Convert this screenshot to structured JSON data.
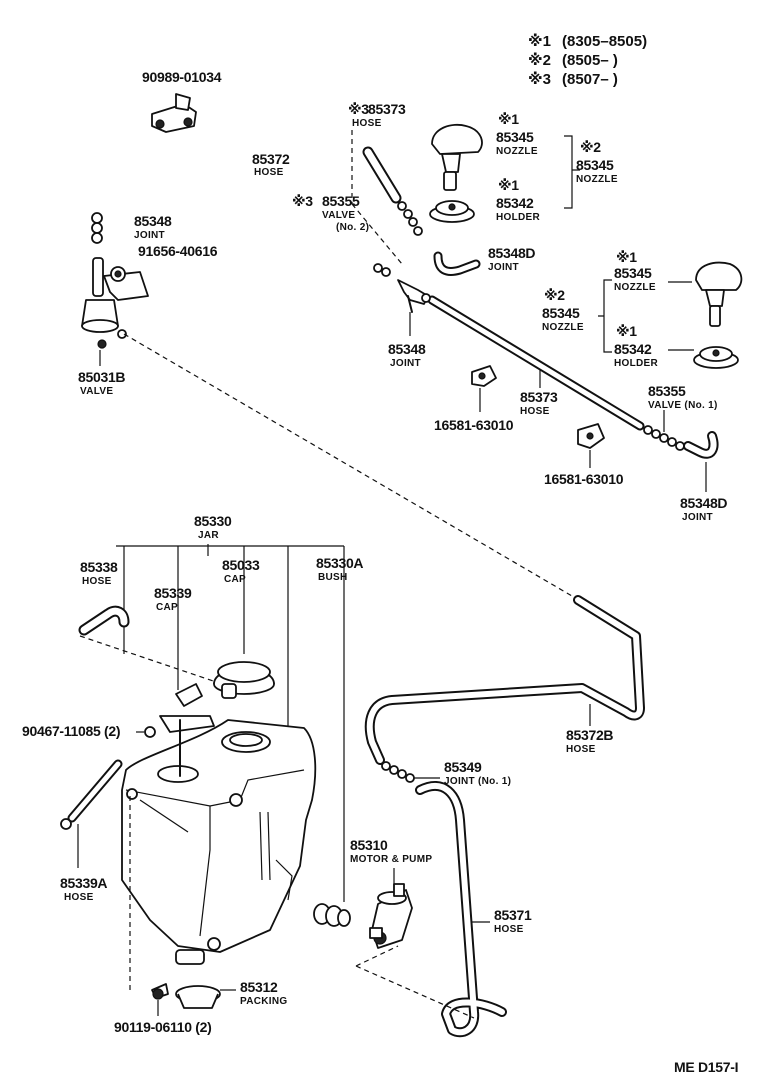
{
  "legend": [
    {
      "mark": "※1",
      "range": "(8305–8505)"
    },
    {
      "mark": "※2",
      "range": "(8505–       )"
    },
    {
      "mark": "※3",
      "range": "(8507–       )"
    }
  ],
  "parts": {
    "p90989": {
      "number": "90989-01034",
      "name": ""
    },
    "p85373top": {
      "mark": "※3",
      "number": "85373",
      "name": "HOSE"
    },
    "p85372": {
      "number": "85372",
      "name": "HOSE"
    },
    "p85355top": {
      "mark": "※3",
      "number": "85355",
      "name": "VALVE",
      "note": "(No. 2)"
    },
    "p85348a": {
      "number": "85348",
      "name": "JOINT"
    },
    "p91656": {
      "number": "91656-40616",
      "name": ""
    },
    "p85031b": {
      "number": "85031B",
      "name": "VALVE"
    },
    "p85348b": {
      "number": "85348",
      "name": "JOINT"
    },
    "p85345a": {
      "mark": "※1",
      "number": "85345",
      "name": "NOZZLE"
    },
    "p85342a": {
      "mark": "※1",
      "number": "85342",
      "name": "HOLDER"
    },
    "p85345b": {
      "mark": "※2",
      "number": "85345",
      "name": "NOZZLE"
    },
    "p85348d1": {
      "number": "85348D",
      "name": "JOINT"
    },
    "p85345c": {
      "mark": "※1",
      "number": "85345",
      "name": "NOZZLE"
    },
    "p85345d": {
      "mark": "※2",
      "number": "85345",
      "name": "NOZZLE"
    },
    "p85342b": {
      "mark": "※1",
      "number": "85342",
      "name": "HOLDER"
    },
    "p16581a": {
      "number": "16581-63010",
      "name": ""
    },
    "p85373": {
      "number": "85373",
      "name": "HOSE"
    },
    "p85355": {
      "number": "85355",
      "name": "VALVE (No. 1)"
    },
    "p16581b": {
      "number": "16581-63010",
      "name": ""
    },
    "p85348d2": {
      "number": "85348D",
      "name": "JOINT"
    },
    "p85330": {
      "number": "85330",
      "name": "JAR"
    },
    "p85338": {
      "number": "85338",
      "name": "HOSE"
    },
    "p85339": {
      "number": "85339",
      "name": "CAP"
    },
    "p85033": {
      "number": "85033",
      "name": "CAP"
    },
    "p85330a": {
      "number": "85330A",
      "name": "BUSH"
    },
    "p90467": {
      "number": "90467-11085 (2)",
      "name": ""
    },
    "p85372b": {
      "number": "85372B",
      "name": "HOSE"
    },
    "p85349": {
      "number": "85349",
      "name": "JOINT (No. 1)"
    },
    "p85339a": {
      "number": "85339A",
      "name": "HOSE"
    },
    "p85310": {
      "number": "85310",
      "name": "MOTOR & PUMP"
    },
    "p85371": {
      "number": "85371",
      "name": "HOSE"
    },
    "p85312": {
      "number": "85312",
      "name": "PACKING"
    },
    "p90119": {
      "number": "90119-06110 (2)",
      "name": ""
    }
  },
  "footer": {
    "code": "ME  D157-I"
  }
}
